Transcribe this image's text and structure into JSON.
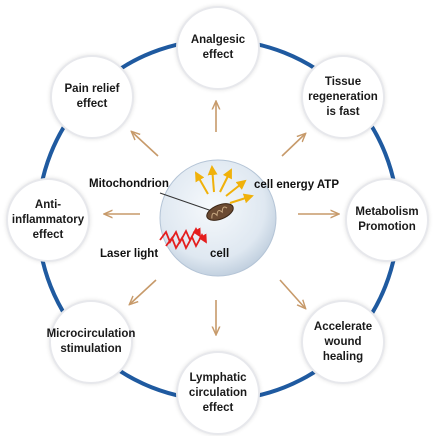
{
  "nodes": [
    {
      "id": "analgesic",
      "label": "Analgesic\neffect"
    },
    {
      "id": "tissue",
      "label": "Tissue\nregeneration\nis fast"
    },
    {
      "id": "metabolism",
      "label": "Metabolism\nPromotion"
    },
    {
      "id": "wound",
      "label": "Accelerate\nwound\nhealing"
    },
    {
      "id": "lymphatic",
      "label": "Lymphatic\ncirculation\neffect"
    },
    {
      "id": "microcirculation",
      "label": "Microcirculation\nstimulation"
    },
    {
      "id": "anti-inflammatory",
      "label": "Anti-\ninflammatory\neffect"
    },
    {
      "id": "pain-relief",
      "label": "Pain relief\neffect"
    }
  ],
  "cell": {
    "mitochondrion_label": "Mitochondrion",
    "energy_label": "cell energy ATP",
    "laser_label": "Laser light",
    "cell_label": "cell"
  },
  "colors": {
    "ring": "#1f5aa0",
    "arrow": "#c79a6a",
    "ray": "#f0b10a",
    "laser": "#e41e1e",
    "cell_fill": "#d9e4ef"
  }
}
